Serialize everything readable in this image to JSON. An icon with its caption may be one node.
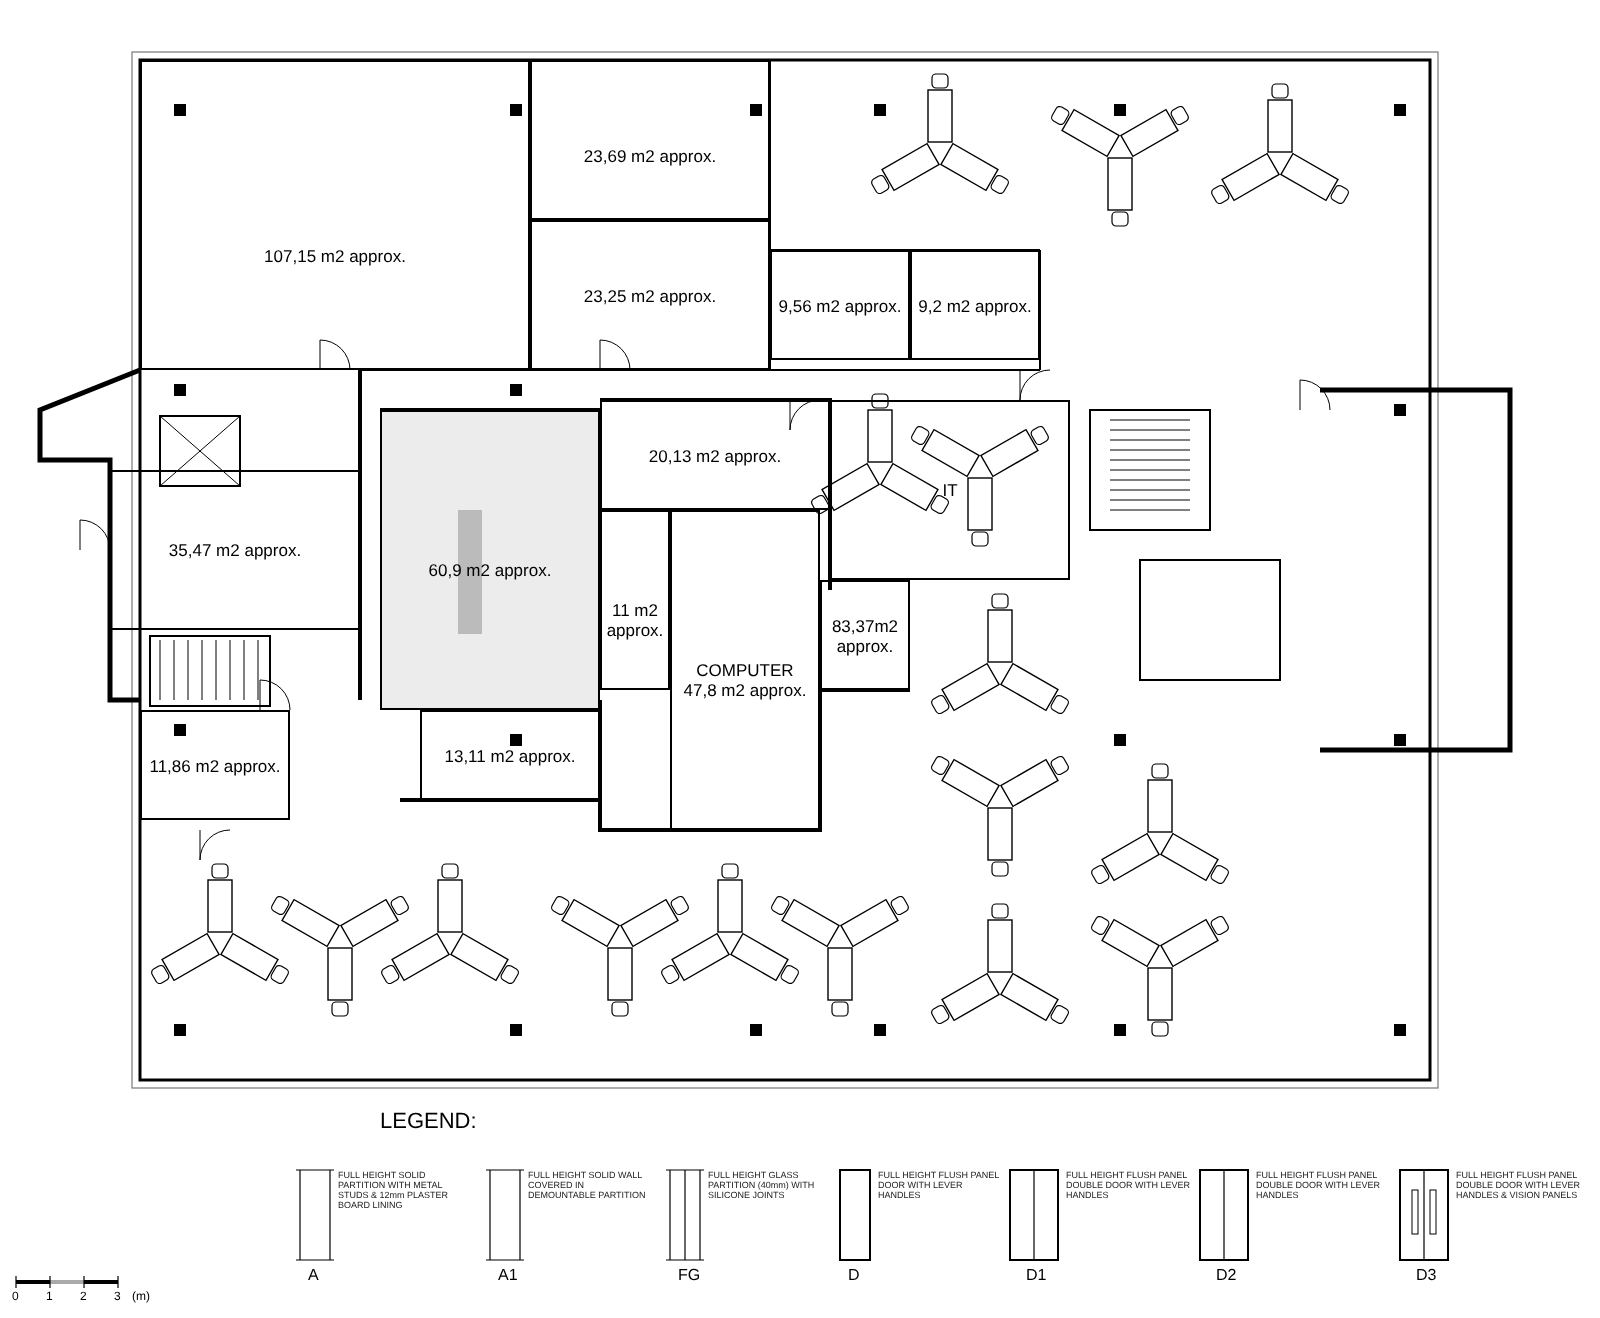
{
  "diagram": {
    "nodes": [
      {
        "text": [
          "107,15 m2 approx."
        ]
      },
      {
        "text": [
          "23,69 m2 approx."
        ]
      },
      {
        "text": [
          "23,25 m2 approx."
        ]
      },
      {
        "text": [
          "9,56 m2 approx."
        ]
      },
      {
        "text": [
          "9,2 m2 approx."
        ]
      },
      {
        "text": [
          "IT"
        ]
      },
      {
        "text": [
          "20,13 m2 approx."
        ]
      },
      {
        "text": [
          "35,47 m2 approx."
        ]
      },
      {
        "text": [
          "60,9 m2 approx."
        ]
      },
      {
        "text": [
          "11 m2 approx."
        ]
      },
      {
        "text": [
          "COMPUTER",
          "47,8 m2 approx."
        ]
      },
      {
        "text": [
          "83,37m2 approx."
        ]
      },
      {
        "text": [
          "11,86 m2 approx."
        ]
      },
      {
        "text": [
          "13,11 m2 approx."
        ]
      }
    ],
    "edges": [],
    "labels": [
      "LEGEND:",
      "A",
      "A1",
      "FG",
      "D",
      "D1",
      "D2",
      "D3",
      "0",
      "1",
      "2",
      "3",
      "(m)"
    ],
    "legend": [
      {
        "text": "FULL HEIGHT SOLID PARTITION WITH METAL STUDS & 12mm PLASTER BOARD LINING"
      },
      {
        "text": "FULL HEIGHT SOLID WALL COVERED IN DEMOUNTABLE PARTITION"
      },
      {
        "text": "FULL HEIGHT GLASS PARTITION (40mm) WITH SILICONE JOINTS"
      },
      {
        "text": "FULL HEIGHT FLUSH PANEL DOOR WITH LEVER HANDLES"
      },
      {
        "text": "FULL HEIGHT FLUSH PANEL DOUBLE DOOR WITH LEVER HANDLES"
      },
      {
        "text": "FULL HEIGHT FLUSH PANEL DOUBLE DOOR WITH LEVER HANDLES"
      },
      {
        "text": "FULL HEIGHT FLUSH PANEL DOUBLE DOOR WITH LEVER HANDLES & VISION PANELS"
      }
    ]
  }
}
